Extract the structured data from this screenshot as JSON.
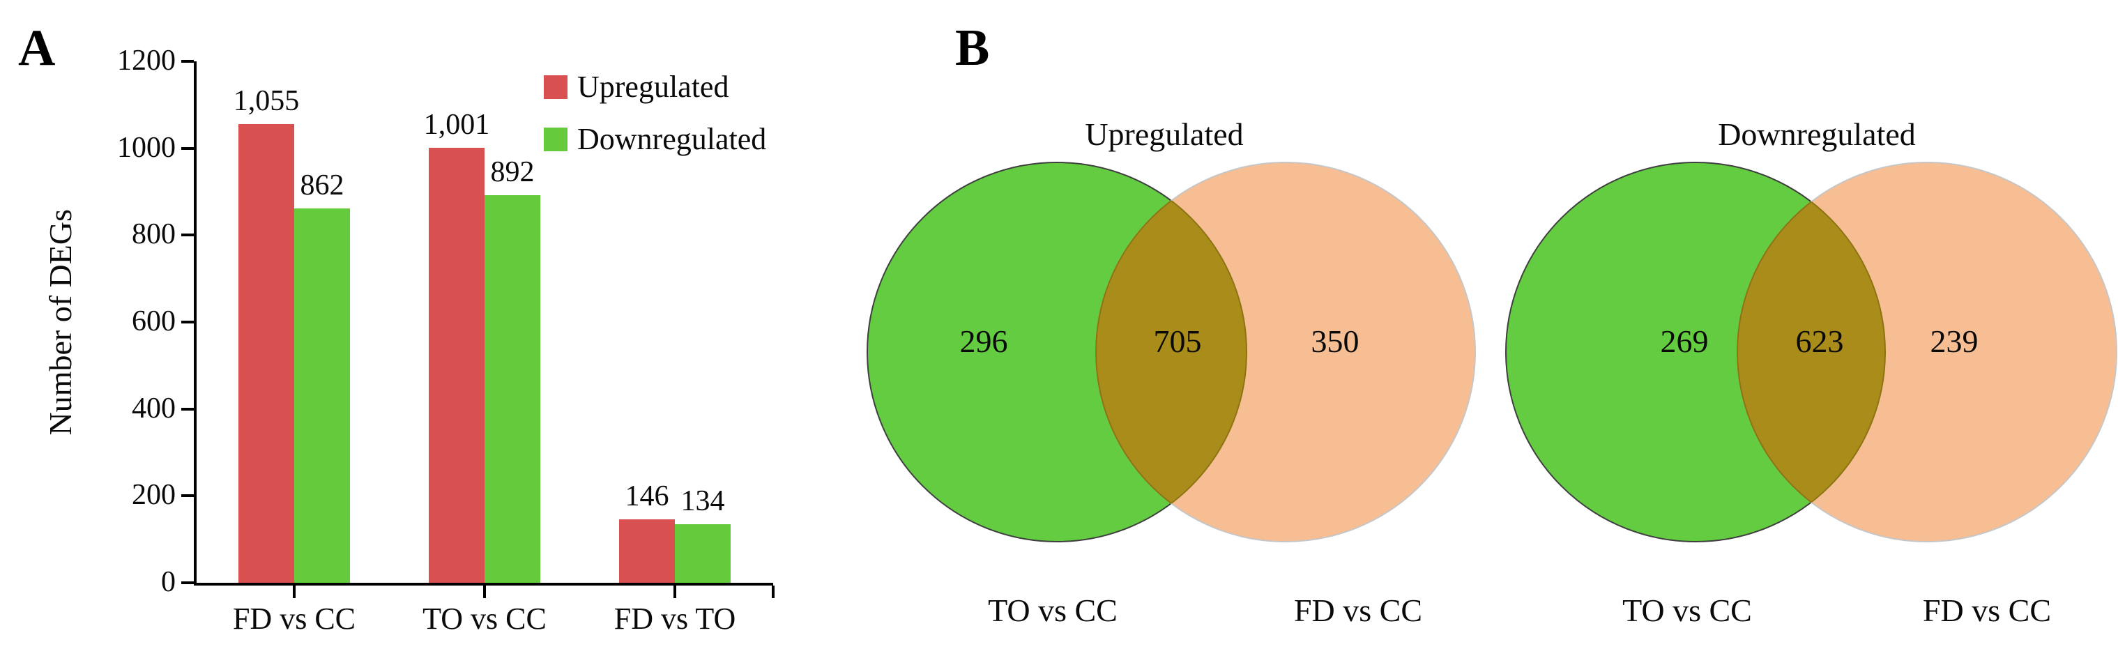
{
  "figure": {
    "panel_a_label": "A",
    "panel_b_label": "B"
  },
  "colors": {
    "upregulated_red": "#d85050",
    "downregulated_green": "#65cb3d",
    "venn_green": "#64cc41",
    "venn_orange": "#f8be93",
    "venn_overlap": "#a98c1a",
    "axis": "#000000",
    "text": "#0a0a0a"
  },
  "chart_data": {
    "type": "bar",
    "title": "",
    "xlabel": "",
    "ylabel": "Number of DEGs",
    "ylim": [
      0,
      1200
    ],
    "yticks": [
      "0",
      "200",
      "400",
      "600",
      "800",
      "1000",
      "1200"
    ],
    "grid": false,
    "legend_position": "top-right",
    "categories": [
      "FD vs CC",
      "TO vs CC",
      "FD vs TO"
    ],
    "series": [
      {
        "name": "Upregulated",
        "color": "#d85050",
        "values": [
          1055,
          1001,
          146
        ],
        "labels": [
          "1,055",
          "1,001",
          "146"
        ]
      },
      {
        "name": "Downregulated",
        "color": "#65cb3d",
        "values": [
          862,
          892,
          134
        ],
        "labels": [
          "862",
          "892",
          "134"
        ]
      }
    ]
  },
  "venn_diagrams": [
    {
      "title": "Upregulated",
      "left_circle": {
        "label": "TO vs CC",
        "color": "#64cc41",
        "unique_value": "296"
      },
      "right_circle": {
        "label": "FD vs CC",
        "color": "#f8be93",
        "unique_value": "350"
      },
      "overlap_value": "705",
      "overlap_color": "#a98c1a"
    },
    {
      "title": "Downregulated",
      "left_circle": {
        "label": "TO vs CC",
        "color": "#64cc41",
        "unique_value": "269"
      },
      "right_circle": {
        "label": "FD vs CC",
        "color": "#f8be93",
        "unique_value": "239"
      },
      "overlap_value": "623",
      "overlap_color": "#a98c1a"
    }
  ]
}
